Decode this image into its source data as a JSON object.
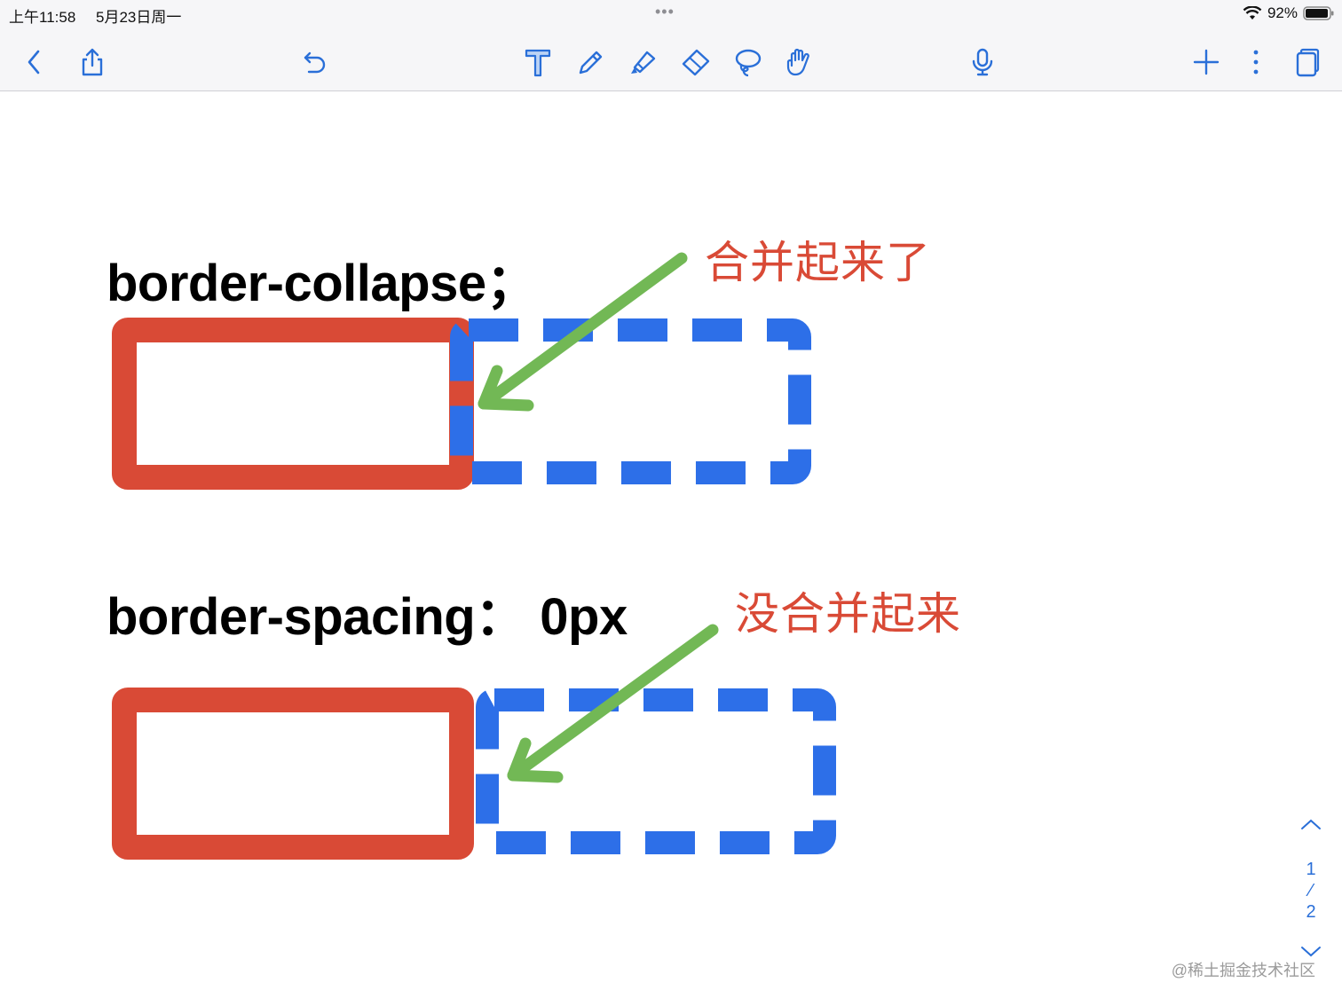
{
  "status": {
    "time": "上午11:58",
    "date": "5月23日周一",
    "battery": "92%"
  },
  "toolbar": {
    "accent": "#2a6fd8",
    "left": [
      "back-icon",
      "share-icon",
      "undo-icon"
    ],
    "tools": [
      "text-tool-icon",
      "pen-icon",
      "highlighter-icon",
      "eraser-icon",
      "lasso-icon",
      "hand-icon"
    ],
    "right": [
      "microphone-icon",
      "add-icon",
      "more-icon",
      "pages-icon"
    ]
  },
  "note": {
    "heading1": "border-collapse；",
    "annotation1": "合并起来了",
    "heading2": "border-spacing： 0px",
    "annotation2": "没合并起来",
    "colors": {
      "red_box": "#d94a36",
      "blue_dashed": "#2d6fe8",
      "arrow": "#72b855",
      "annotation": "#d94a36"
    }
  },
  "pager": {
    "current": "1",
    "separator": "⁄",
    "total": "2"
  },
  "watermark": "@稀土掘金技术社区"
}
